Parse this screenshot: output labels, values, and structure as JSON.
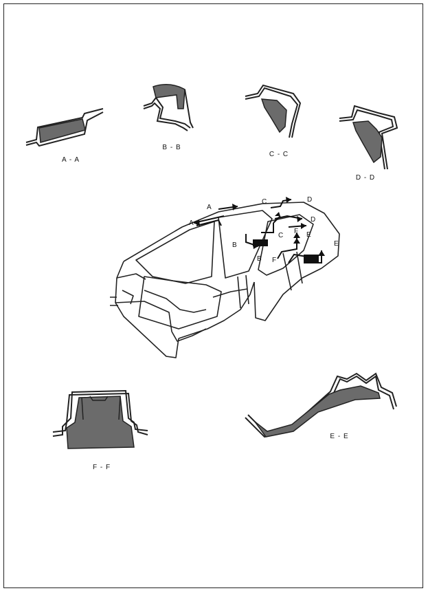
{
  "sections": [
    {
      "id": "aa",
      "label": "A - A"
    },
    {
      "id": "bb",
      "label": "B - B"
    },
    {
      "id": "cc",
      "label": "C - C"
    },
    {
      "id": "dd",
      "label": "D - D"
    },
    {
      "id": "ee",
      "label": "E - E"
    },
    {
      "id": "ff",
      "label": "F - F"
    }
  ],
  "body_labels": [
    "A",
    "A",
    "B",
    "B",
    "C",
    "C",
    "D",
    "D",
    "E",
    "E",
    "F",
    "F"
  ],
  "colors": {
    "fill": "#6b6b6b",
    "stroke": "#222222",
    "paper": "#ffffff"
  }
}
